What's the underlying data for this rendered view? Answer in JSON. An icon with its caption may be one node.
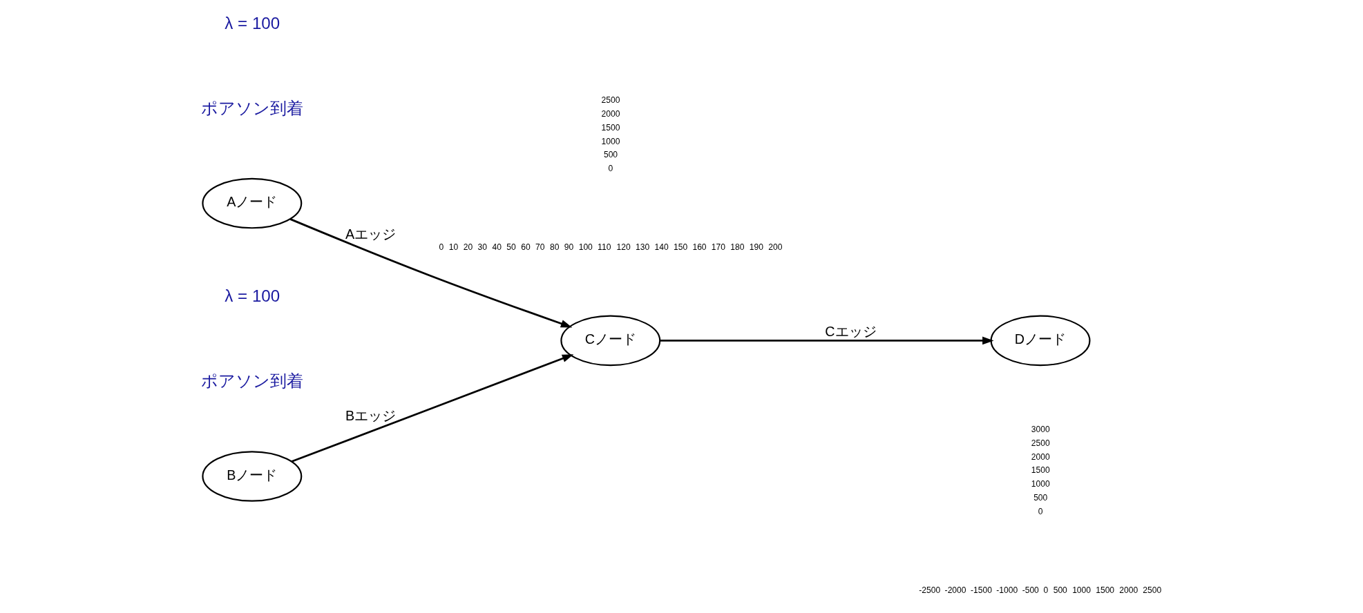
{
  "diagram": {
    "nodes": [
      {
        "text": [
          "Aノード"
        ]
      },
      {
        "text": [
          "Bノード"
        ]
      },
      {
        "text": [
          "Cノード"
        ]
      },
      {
        "text": [
          "Dノード"
        ]
      }
    ],
    "edges": [
      {
        "from": 0,
        "to": 2,
        "arrow": "to",
        "label": "Aエッジ"
      },
      {
        "from": 1,
        "to": 2,
        "arrow": "to",
        "label": "Bエッジ"
      },
      {
        "from": 2,
        "to": 3,
        "arrow": "to",
        "label": "Cエッジ"
      }
    ],
    "labels": [
      "λ = 100",
      "2500",
      "2000",
      "1500",
      "1000",
      "500",
      "0",
      "0",
      "10",
      "20",
      "30",
      "40",
      "50",
      "60",
      "70",
      "80",
      "90",
      "100",
      "110",
      "120",
      "130",
      "140",
      "150",
      "160",
      "170",
      "180",
      "190",
      "200",
      "ポアソン到着",
      "λ = 100",
      "ポアソン到着",
      "3000",
      "2500",
      "2000",
      "1500",
      "1000",
      "500",
      "0",
      "-2500",
      "-2000",
      "-1500",
      "-1000",
      "-500",
      "0",
      "500",
      "1000",
      "1500",
      "2000",
      "2500"
    ]
  }
}
